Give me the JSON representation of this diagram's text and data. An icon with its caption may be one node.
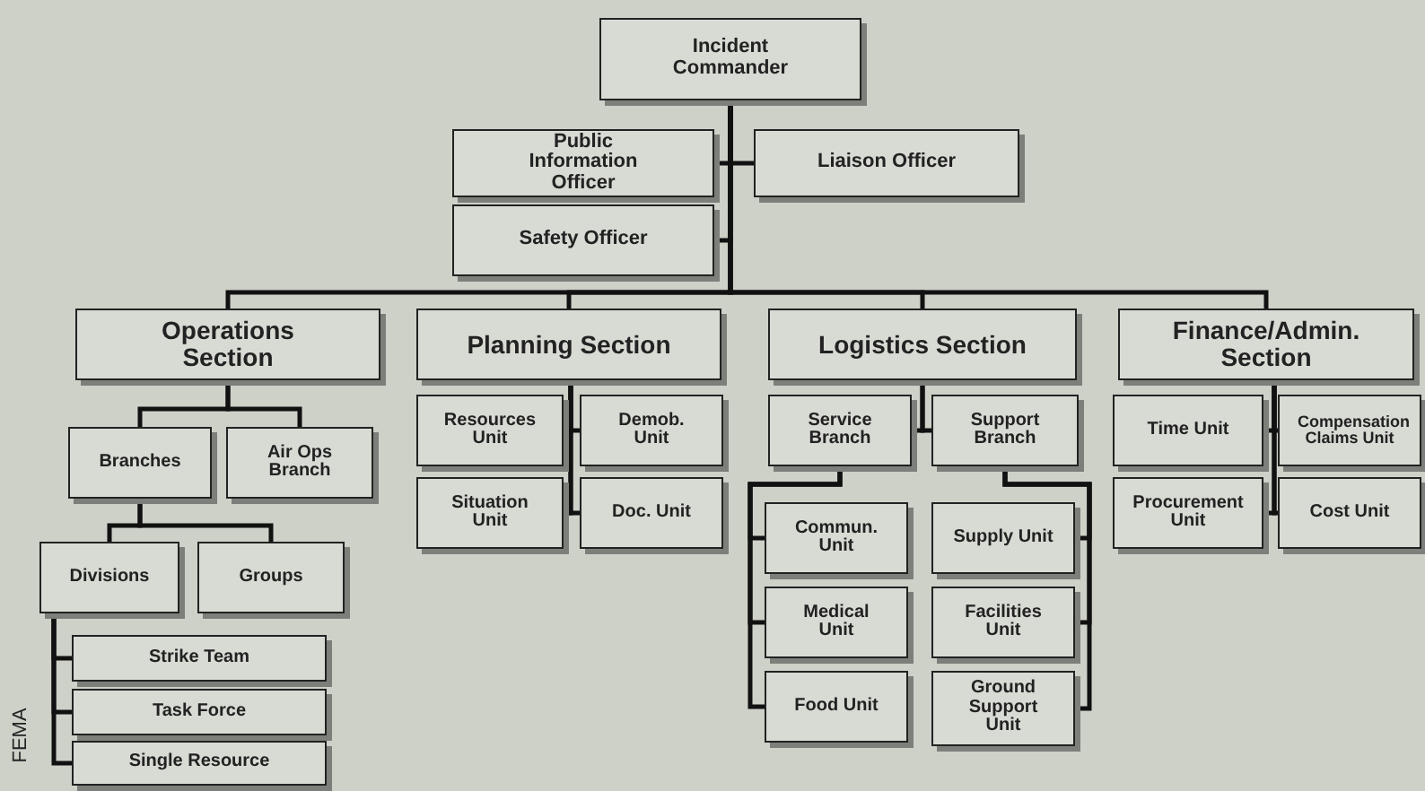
{
  "diagram": {
    "nodes": [
      {
        "text": [
          "Incident Commander"
        ]
      },
      {
        "text": [
          "Public Information Officer"
        ]
      },
      {
        "text": [
          "Liaison Officer"
        ]
      },
      {
        "text": [
          "Safety Officer"
        ]
      },
      {
        "text": [
          "Operations Section"
        ]
      },
      {
        "text": [
          "Planning Section"
        ]
      },
      {
        "text": [
          "Logistics Section"
        ]
      },
      {
        "text": [
          "Finance/Admin. Section"
        ]
      },
      {
        "text": [
          "Branches"
        ]
      },
      {
        "text": [
          "Air Ops Branch"
        ]
      },
      {
        "text": [
          "Divisions"
        ]
      },
      {
        "text": [
          "Groups"
        ]
      },
      {
        "text": [
          "Strike Team"
        ]
      },
      {
        "text": [
          "Task Force"
        ]
      },
      {
        "text": [
          "Single Resource"
        ]
      },
      {
        "text": [
          "Resources Unit"
        ]
      },
      {
        "text": [
          "Demob. Unit"
        ]
      },
      {
        "text": [
          "Situation Unit"
        ]
      },
      {
        "text": [
          "Doc. Unit"
        ]
      },
      {
        "text": [
          "Service Branch"
        ]
      },
      {
        "text": [
          "Support Branch"
        ]
      },
      {
        "text": [
          "Commun. Unit"
        ]
      },
      {
        "text": [
          "Medical Unit"
        ]
      },
      {
        "text": [
          "Food Unit"
        ]
      },
      {
        "text": [
          "Supply Unit"
        ]
      },
      {
        "text": [
          "Facilities Unit"
        ]
      },
      {
        "text": [
          "Ground Support Unit"
        ]
      },
      {
        "text": [
          "Time Unit"
        ]
      },
      {
        "text": [
          "Compensation Claims Unit"
        ]
      },
      {
        "text": [
          "Procurement Unit"
        ]
      },
      {
        "text": [
          "Cost Unit"
        ]
      }
    ],
    "edges": [
      {
        "from": 0,
        "to": 1,
        "arrow": "none"
      },
      {
        "from": 0,
        "to": 2,
        "arrow": "none"
      },
      {
        "from": 0,
        "to": 3,
        "arrow": "none"
      },
      {
        "from": 0,
        "to": 4,
        "arrow": "none"
      },
      {
        "from": 0,
        "to": 5,
        "arrow": "none"
      },
      {
        "from": 0,
        "to": 6,
        "arrow": "none"
      },
      {
        "from": 0,
        "to": 7,
        "arrow": "none"
      },
      {
        "from": 4,
        "to": 8,
        "arrow": "none"
      },
      {
        "from": 4,
        "to": 9,
        "arrow": "none"
      },
      {
        "from": 8,
        "to": 10,
        "arrow": "none"
      },
      {
        "from": 8,
        "to": 11,
        "arrow": "none"
      },
      {
        "from": 10,
        "to": 12,
        "arrow": "none"
      },
      {
        "from": 10,
        "to": 13,
        "arrow": "none"
      },
      {
        "from": 10,
        "to": 14,
        "arrow": "none"
      },
      {
        "from": 5,
        "to": 15,
        "arrow": "none"
      },
      {
        "from": 5,
        "to": 16,
        "arrow": "none"
      },
      {
        "from": 5,
        "to": 17,
        "arrow": "none"
      },
      {
        "from": 5,
        "to": 18,
        "arrow": "none"
      },
      {
        "from": 6,
        "to": 19,
        "arrow": "none"
      },
      {
        "from": 6,
        "to": 20,
        "arrow": "none"
      },
      {
        "from": 19,
        "to": 21,
        "arrow": "none"
      },
      {
        "from": 19,
        "to": 22,
        "arrow": "none"
      },
      {
        "from": 19,
        "to": 23,
        "arrow": "none"
      },
      {
        "from": 20,
        "to": 24,
        "arrow": "none"
      },
      {
        "from": 20,
        "to": 25,
        "arrow": "none"
      },
      {
        "from": 20,
        "to": 26,
        "arrow": "none"
      },
      {
        "from": 7,
        "to": 27,
        "arrow": "none"
      },
      {
        "from": 7,
        "to": 28,
        "arrow": "none"
      },
      {
        "from": 7,
        "to": 29,
        "arrow": "none"
      },
      {
        "from": 7,
        "to": 30,
        "arrow": "none"
      }
    ],
    "labels": [
      "FEMA"
    ]
  }
}
